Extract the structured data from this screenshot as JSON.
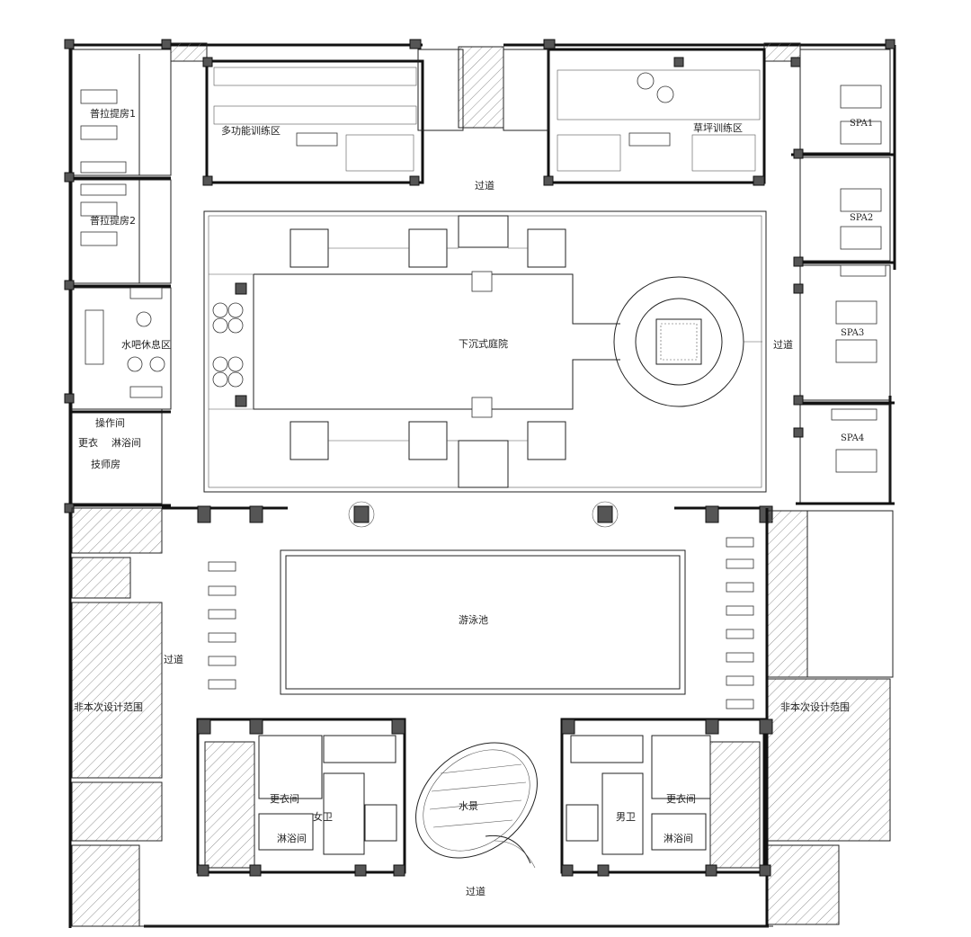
{
  "labels": {
    "massage1": "普拉提房1",
    "massage2": "普拉提房2",
    "multi_training": "多功能训练区",
    "lawn_training": "草坪训练区",
    "corridor_top": "过道",
    "corridor_right": "过道",
    "corridor_left": "过道",
    "corridor_bottom": "过道",
    "water_bar": "水吧休息区",
    "operation": "操作间",
    "changing_small": "更衣",
    "shower_small": "淋浴间",
    "therapist": "技师房",
    "sunken_court": "下沉式庭院",
    "pool": "游泳池",
    "out_of_scope_left": "非本次设计范围",
    "out_of_scope_right": "非本次设计范围",
    "spa1": "SPA1",
    "spa2": "SPA2",
    "spa3": "SPA3",
    "spa4": "SPA4",
    "women_wc": "女卫",
    "men_wc": "男卫",
    "women_changing": "更衣间",
    "men_changing": "更衣间",
    "women_shower": "淋浴间",
    "men_shower": "淋浴间",
    "water_feature": "水景"
  }
}
